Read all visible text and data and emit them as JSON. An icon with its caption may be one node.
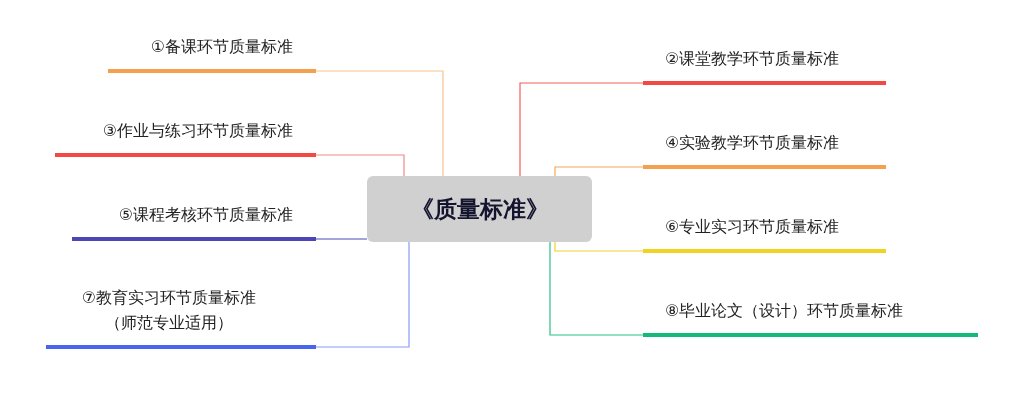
{
  "diagram": {
    "nodes": [
      {
        "text": [
          "《质量标准》"
        ]
      },
      {
        "text": [
          "①备课环节质量标准"
        ]
      },
      {
        "text": [
          "②课堂教学环节质量标准"
        ]
      },
      {
        "text": [
          "③作业与练习环节质量标准"
        ]
      },
      {
        "text": [
          "④实验教学环节质量标准"
        ]
      },
      {
        "text": [
          "⑤课程考核环节质量标准"
        ]
      },
      {
        "text": [
          "⑥专业实习环节质量标准"
        ]
      },
      {
        "text": [
          "⑦教育实习环节质量标准（师范专业适用）"
        ]
      },
      {
        "text": [
          "⑧毕业论文（设计）环节质量标准"
        ]
      }
    ],
    "edges": [
      {
        "from": 0,
        "to": 1,
        "arrow": "none",
        "color": "#f9c48e"
      },
      {
        "from": 0,
        "to": 2,
        "arrow": "none",
        "color": "#f0605a"
      },
      {
        "from": 0,
        "to": 3,
        "arrow": "none",
        "color": "#f08a86"
      },
      {
        "from": 0,
        "to": 4,
        "arrow": "none",
        "color": "#f6a856"
      },
      {
        "from": 0,
        "to": 5,
        "arrow": "none",
        "color": "#4c48b6"
      },
      {
        "from": 0,
        "to": 6,
        "arrow": "none",
        "color": "#f0d02e"
      },
      {
        "from": 0,
        "to": 7,
        "arrow": "none",
        "color": "#8a9cf6"
      },
      {
        "from": 0,
        "to": 8,
        "arrow": "none",
        "color": "#2cbf86"
      }
    ]
  }
}
